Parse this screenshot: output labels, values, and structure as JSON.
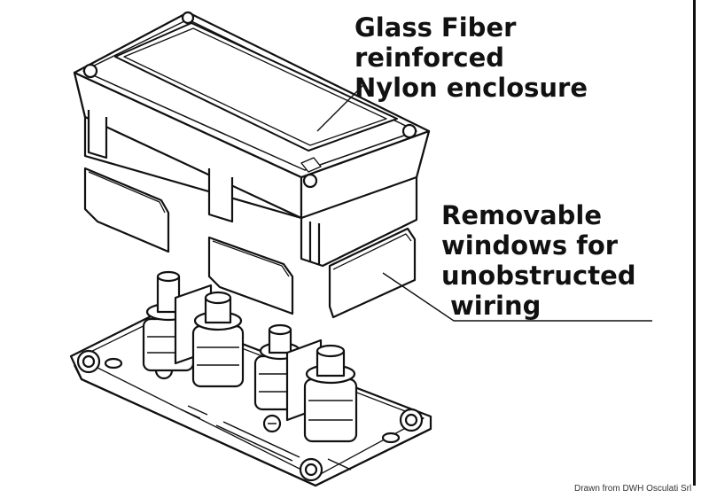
{
  "labels": {
    "enclosure": [
      "Glass Fiber",
      "reinforced",
      "Nylon enclosure"
    ],
    "windows": [
      "Removable",
      "windows for",
      "unobstructed",
      "wiring"
    ]
  },
  "credit": "Drawn from DWH Osculati Srl",
  "colors": {
    "line": "#111111",
    "fill": "#ffffff",
    "shade": "#d9d9d9"
  }
}
